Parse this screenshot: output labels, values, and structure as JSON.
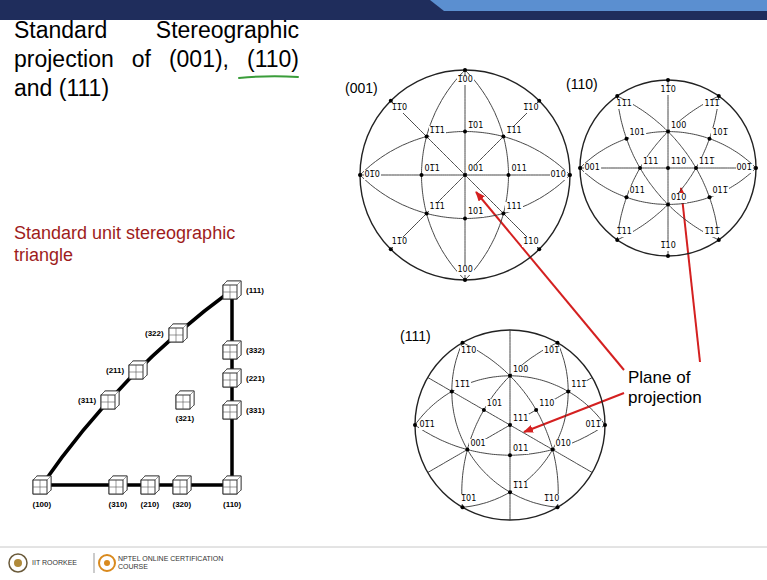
{
  "diagram": {
    "title": "Standard Stereographic projection of (001), (110) and (111)",
    "labels": [
      "Standard unit stereographic triangle",
      "(100)",
      "(310)",
      "(210)",
      "(320)",
      "(110)",
      "(311)",
      "(211)",
      "(322)",
      "(111)",
      "(332)",
      "(221)",
      "(331)",
      "(321)",
      "(001)",
      "001",
      "1̅00",
      "100",
      "010",
      "01̅0",
      "1̅10",
      "110",
      "11̅0",
      "1̅1̅0",
      "1̅11",
      "111",
      "11̅1",
      "1̅1̅1",
      "1̅01",
      "101",
      "011",
      "01̅1",
      "(110)",
      "110",
      "11̅0",
      "1̅10",
      "001",
      "001̅",
      "100",
      "010",
      "111",
      "111̅",
      "11̅1",
      "11̅1̅",
      "1̅11",
      "1̅11̅",
      "101",
      "011",
      "101̅",
      "011̅",
      "(111)",
      "111",
      "11̅0",
      "101̅",
      "01̅1",
      "011̅",
      "1̅01",
      "1̅10",
      "100",
      "010",
      "001",
      "110",
      "101",
      "011",
      "1̅11",
      "11̅1",
      "111̅",
      "Plane of projection",
      "IIT ROORKEE",
      "NPTEL ONLINE CERTIFICATION COURSE"
    ]
  }
}
